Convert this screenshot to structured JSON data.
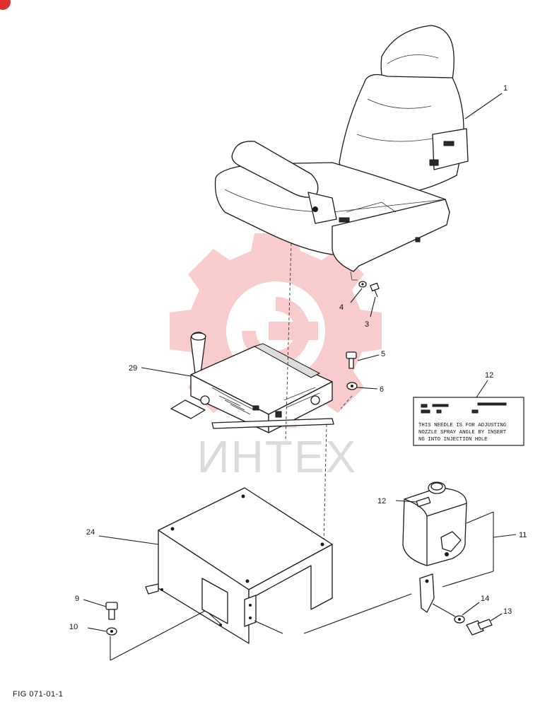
{
  "figure_id": "FIG 071-01-1",
  "watermark_text": "ИНТЕХ",
  "callouts": [
    "1",
    "3",
    "4",
    "5",
    "6",
    "29",
    "12",
    "12",
    "11",
    "24",
    "9",
    "10",
    "14",
    "13"
  ],
  "decal": {
    "line1": "THIS NEEDLE IS FOR ADJUSTING",
    "line2": "NOZZLE SPRAY ANGLE BY INSERT",
    "line3": "NG INTO INJECTION HOLE"
  },
  "colors": {
    "watermark": "#e8474a",
    "lines": "#1a1a1a",
    "badge": "#e03030"
  }
}
